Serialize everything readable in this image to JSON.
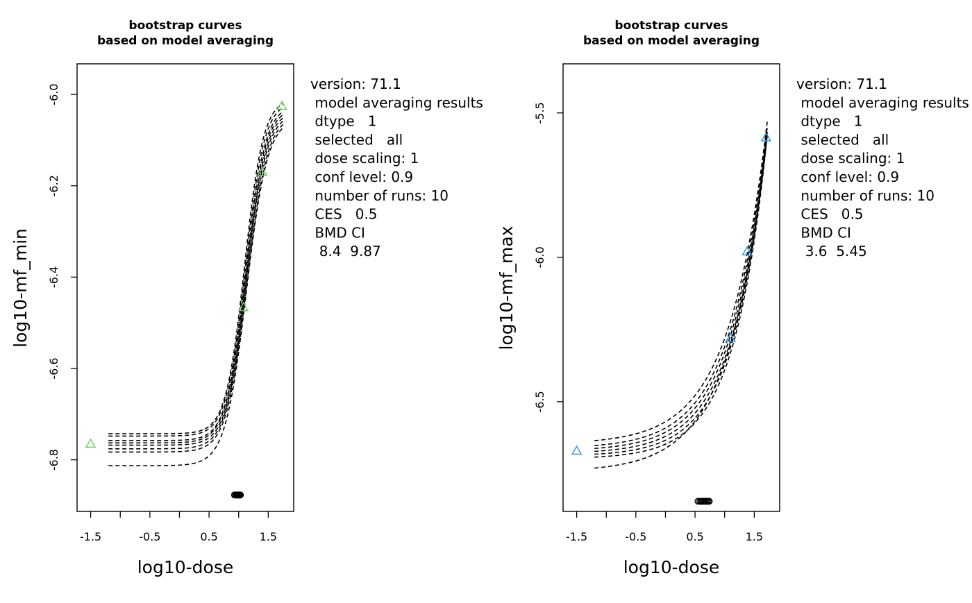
{
  "chart_data": [
    {
      "type": "line",
      "title": "bootstrap curves\nbased on model averaging",
      "xlabel": "log10-dose",
      "ylabel": "log10-mf_min",
      "xlim": [
        -1.73,
        1.93
      ],
      "ylim": [
        -6.913,
        -5.933
      ],
      "x_ticks": [
        -1.5,
        -1.0,
        -0.5,
        0.0,
        0.5,
        1.0,
        1.5
      ],
      "x_tick_labels": [
        "-1.5",
        "",
        "-0.5",
        "",
        "0.5",
        "",
        "1.5"
      ],
      "y_ticks": [
        -6.0,
        -6.2,
        -6.4,
        -6.6,
        -6.8
      ],
      "y_tick_labels": [
        "-6.0",
        "-6.2",
        "-6.4",
        "-6.6",
        "-6.8"
      ],
      "grid": false,
      "line_color": "#000000",
      "marker_color": "#61d04f",
      "points": {
        "shape": "triangle",
        "x": [
          -1.5,
          1.08,
          1.4,
          1.73
        ],
        "y": [
          -6.765,
          -6.466,
          -6.17,
          -6.025
        ]
      },
      "bmd_markers": {
        "shape": "circle",
        "x": [
          0.93,
          0.95,
          0.96,
          0.97,
          0.98,
          0.99,
          1.0,
          1.01,
          1.02,
          1.03
        ],
        "y": -6.877
      },
      "curve_x_range": [
        -1.2,
        1.75
      ],
      "series": [
        {
          "values": {
            "ymin": -6.743,
            "ymax": -6.008,
            "mid": 1.1,
            "k": 6.3
          }
        },
        {
          "values": {
            "ymin": -6.748,
            "ymax": -6.015,
            "mid": 1.11,
            "k": 6.2
          }
        },
        {
          "values": {
            "ymin": -6.758,
            "ymax": -6.022,
            "mid": 1.12,
            "k": 6.1
          }
        },
        {
          "values": {
            "ymin": -6.763,
            "ymax": -6.028,
            "mid": 1.12,
            "k": 6.0
          }
        },
        {
          "values": {
            "ymin": -6.768,
            "ymax": -6.034,
            "mid": 1.13,
            "k": 6.0
          }
        },
        {
          "values": {
            "ymin": -6.776,
            "ymax": -6.04,
            "mid": 1.13,
            "k": 5.9
          }
        },
        {
          "values": {
            "ymin": -6.783,
            "ymax": -6.045,
            "mid": 1.14,
            "k": 5.8
          }
        },
        {
          "values": {
            "ymin": -6.813,
            "ymax": -6.05,
            "mid": 1.13,
            "k": 5.6
          }
        }
      ],
      "annotation_lines": [
        "version: 71.1",
        " model averaging results",
        " dtype   1",
        " selected   all",
        " dose scaling: 1",
        " conf level: 0.9",
        " number of runs: 10",
        " CES   0.5",
        " BMD CI",
        "  8.4  9.87"
      ]
    },
    {
      "type": "line",
      "title": "bootstrap curves\nbased on model averaging",
      "xlabel": "log10-dose",
      "ylabel": "log10-mf_max",
      "xlim": [
        -1.73,
        1.93
      ],
      "ylim": [
        -6.88,
        -5.33
      ],
      "x_ticks": [
        -1.5,
        -1.0,
        -0.5,
        0.0,
        0.5,
        1.0,
        1.5
      ],
      "x_tick_labels": [
        "-1.5",
        "",
        "-0.5",
        "",
        "0.5",
        "",
        "1.5"
      ],
      "y_ticks": [
        -5.5,
        -6.0,
        -6.5
      ],
      "y_tick_labels": [
        "-5.5",
        "-6.0",
        "-6.5"
      ],
      "grid": false,
      "line_color": "#000000",
      "marker_color": "#2297e6",
      "points": {
        "shape": "triangle",
        "x": [
          -1.5,
          1.1,
          1.38,
          1.7
        ],
        "y": [
          -6.67,
          -6.28,
          -5.98,
          -5.585
        ]
      },
      "bmd_markers": {
        "shape": "circle",
        "x": [
          0.55,
          0.58,
          0.6,
          0.62,
          0.64,
          0.66,
          0.68,
          0.7,
          0.72,
          0.74
        ],
        "y": -6.845
      },
      "curve_x_range": [
        -1.2,
        1.72
      ],
      "series": [
        {
          "values": {
            "base": -6.635,
            "top": -5.53,
            "kf": 1.55
          }
        },
        {
          "values": {
            "base": -6.652,
            "top": -5.545,
            "kf": 1.6
          }
        },
        {
          "values": {
            "base": -6.662,
            "top": -5.555,
            "kf": 1.65
          }
        },
        {
          "values": {
            "base": -6.672,
            "top": -5.565,
            "kf": 1.7
          }
        },
        {
          "values": {
            "base": -6.682,
            "top": -5.57,
            "kf": 1.75
          }
        },
        {
          "values": {
            "base": -6.692,
            "top": -5.575,
            "kf": 1.8
          }
        },
        {
          "values": {
            "base": -6.73,
            "top": -5.58,
            "kf": 1.55
          }
        }
      ],
      "annotation_lines": [
        "version: 71.1",
        " model averaging results",
        " dtype   1",
        " selected   all",
        " dose scaling: 1",
        " conf level: 0.9",
        " number of runs: 10",
        " CES   0.5",
        " BMD CI",
        "  3.6  5.45"
      ]
    }
  ]
}
